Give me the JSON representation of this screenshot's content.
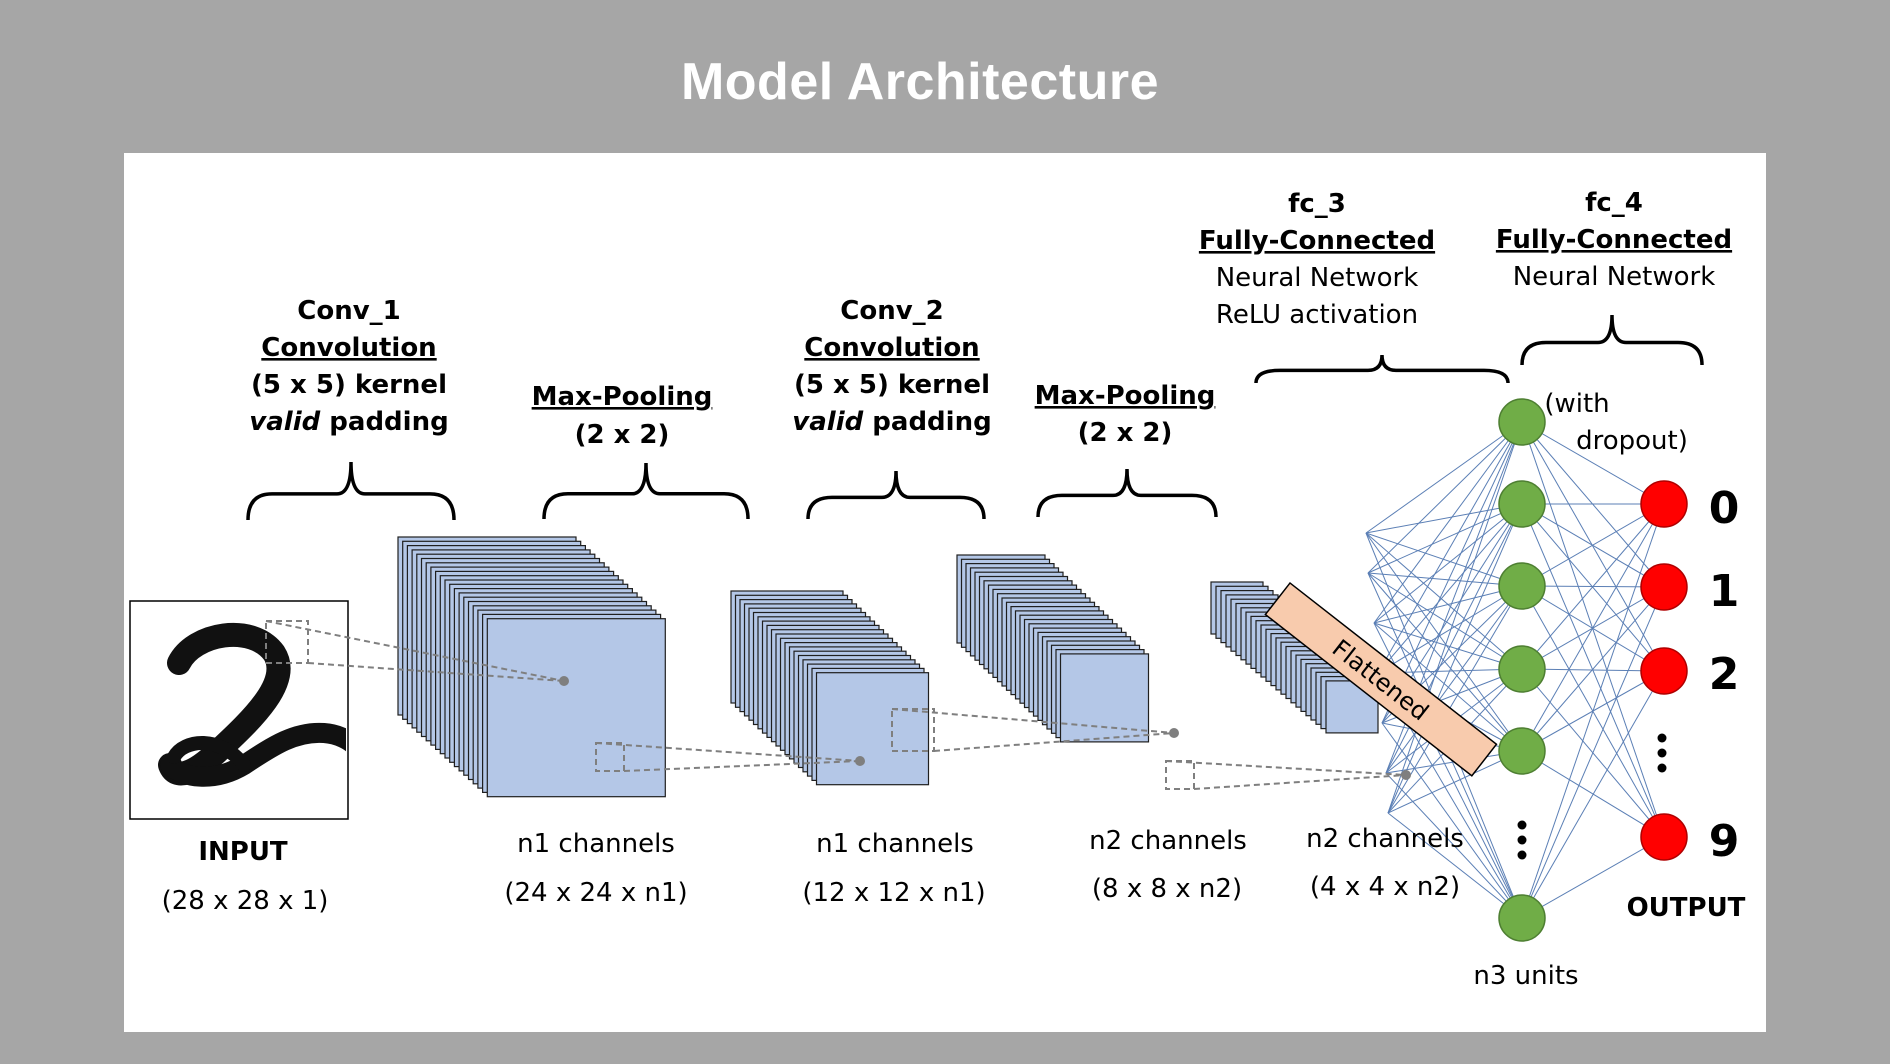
{
  "title": "Model Architecture",
  "layers": {
    "conv1": {
      "name": "Conv_1",
      "type": "Convolution",
      "kernel": "(5 x 5) kernel",
      "pad_em": "valid",
      "pad_rest": " padding"
    },
    "pool1": {
      "type": "Max-Pooling",
      "size": "(2 x 2)"
    },
    "conv2": {
      "name": "Conv_2",
      "type": "Convolution",
      "kernel": "(5 x 5) kernel",
      "pad_em": "valid",
      "pad_rest": " padding"
    },
    "pool2": {
      "type": "Max-Pooling",
      "size": "(2 x 2)"
    },
    "fc3": {
      "name": "fc_3",
      "type": "Fully-Connected",
      "line1": "Neural Network",
      "line2": "ReLU activation"
    },
    "fc4": {
      "name": "fc_4",
      "type": "Fully-Connected",
      "line1": "Neural Network"
    }
  },
  "dropout": {
    "line1": "(with",
    "line2": "dropout)"
  },
  "flattened": "Flattened",
  "shapes": {
    "input": {
      "label": "INPUT",
      "dims": "(28 x 28 x 1)"
    },
    "c1": {
      "label": "n1 channels",
      "dims": "(24 x 24 x n1)"
    },
    "p1": {
      "label": "n1 channels",
      "dims": "(12 x 12 x n1)"
    },
    "c2": {
      "label": "n2 channels",
      "dims": "(8 x 8 x n2)"
    },
    "p2": {
      "label": "n2 channels",
      "dims": "(4 x 4 x n2)"
    }
  },
  "hidden_units": "n3 units",
  "outputs": {
    "label": "OUTPUT",
    "digits": [
      "0",
      "1",
      "2",
      "9"
    ]
  },
  "colors": {
    "background": "#a6a6a6",
    "panel": "#ffffff",
    "feature_map": "#b4c7e7",
    "flatten_bar": "#f8cbad",
    "hidden_node": "#70ad47",
    "output_node": "#ff0000",
    "connection": "#5b7fb5"
  }
}
